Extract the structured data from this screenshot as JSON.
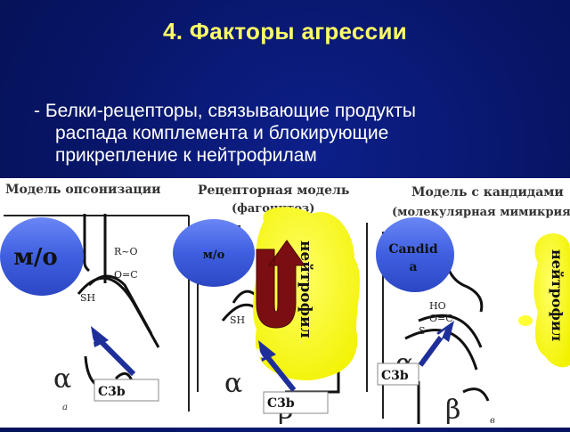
{
  "slide": {
    "title": "4. Факторы агрессии",
    "bullet_lines": [
      "- Белки-рецепторы, связывающие продукты",
      "распада комплемента и блокирующие",
      "прикрепление к нейтрофилам"
    ]
  },
  "figure": {
    "headers": {
      "left": "Модель опсонизации",
      "middle": "Рецепторная модель",
      "middle_sub": "(фагоцитоз)",
      "right": "Модель с кандидами",
      "right_sub": "(молекулярная мимикрия)"
    },
    "bubbles": {
      "left": "м/о",
      "middle": "м/о",
      "right_line1": "Candid",
      "right_line2": "a"
    },
    "neutrophil_labels": {
      "middle": "нейтрофил",
      "right": "нейтрофил"
    },
    "c3b_labels": {
      "left": "C3b",
      "middle": "C3b",
      "right": "C3b"
    },
    "chem_labels": {
      "left_r": "R~O",
      "left_oc": "O=C",
      "left_sh": "SH",
      "middle_sh": "SH",
      "right_ho": "HO",
      "right_oc": "O=C",
      "right_s": "S"
    },
    "greek": {
      "alpha": "α",
      "beta": "β"
    },
    "panel_letters": {
      "left": "а",
      "right": "в"
    },
    "colors": {
      "title": "#ffff66",
      "bubble": "#3f5fe0",
      "neutrophil": "#ffff33",
      "arrow": "#1f2f9a",
      "curved_arrow": "#7a0e12"
    }
  }
}
